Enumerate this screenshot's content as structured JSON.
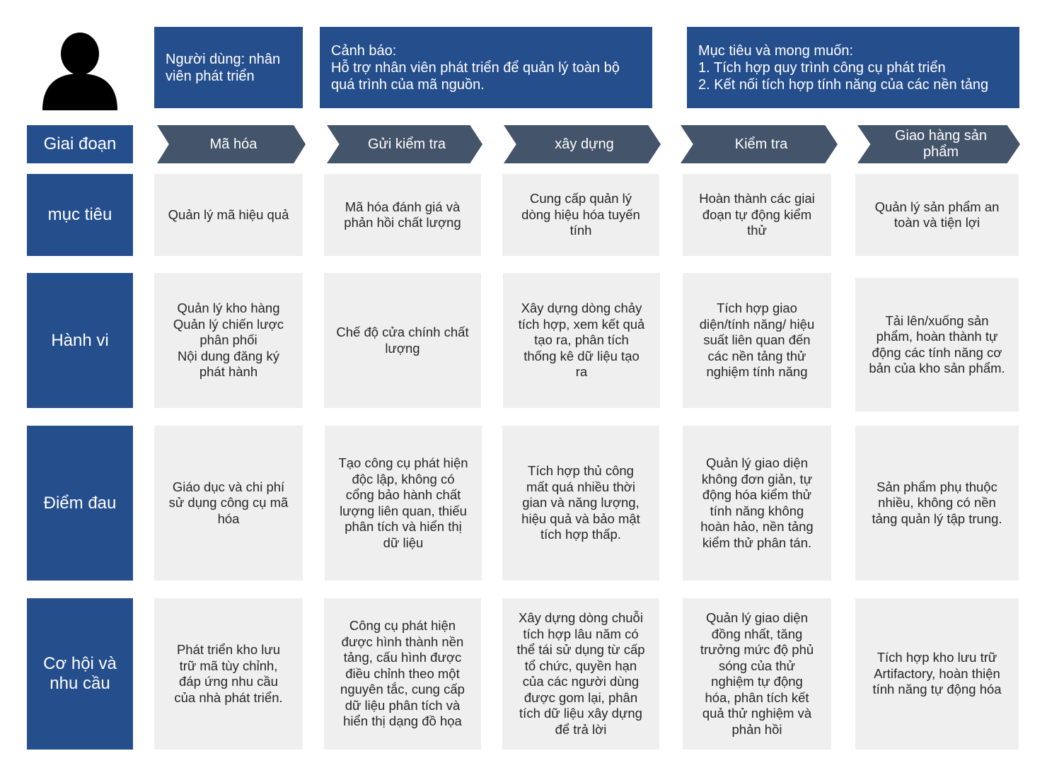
{
  "persona": {
    "icon": "user-silhouette-icon",
    "user": "Người dùng: nhân\nviên phát triển",
    "warning": "Cảnh báo:\nHỗ trợ nhân viên phát triển để quản lý toàn bộ\nquá trình của mã nguồn.",
    "goals": "Mục tiêu và mong muốn:\n1. Tích hợp quy trình công cụ phát triển\n2. Kết nối tích hợp tính năng của các nền tảng"
  },
  "row_labels": {
    "stage": "Giai đoạn",
    "goal": "mục tiêu",
    "behavior": "Hành vi",
    "pain": "Điểm đau",
    "opportunity": "Cơ hội và\nnhu cầu"
  },
  "stages": [
    "Mã hóa",
    "Gửi kiểm tra",
    "xây dựng",
    "Kiểm tra",
    "Giao hàng sản\nphẩm"
  ],
  "goal": [
    "Quản lý mã hiệu quả",
    "Mã hóa đánh giá và\nphản hồi chất lượng",
    "Cung cấp quản lý\ndòng hiệu hóa tuyến\ntính",
    "Hoàn thành các giai\nđoạn tự động kiểm\nthử",
    "Quản lý sản phẩm an\ntoàn và tiện lợi"
  ],
  "behavior": [
    "Quản lý kho hàng\nQuản lý chiến lược\nphân phối\nNội dung đăng ký\nphát hành",
    "Chế độ cửa chính chất\nlượng",
    "Xây dựng dòng chảy\ntích hợp, xem kết quả\ntạo ra, phân tích\nthống kê dữ liệu tạo\nra",
    "Tích hợp giao\ndiện/tính năng/ hiệu\nsuất liên quan đến\ncác nền tảng thử\nnghiệm tính năng",
    "Tải lên/xuống sản\nphẩm, hoàn thành tự\nđộng các tính năng cơ\nbản của kho sản phẩm."
  ],
  "pain": [
    "Giáo dục và chi phí\nsử dụng công cụ mã\nhóa",
    "Tạo công cụ phát hiện\nđộc lập, không có\ncổng bảo hành chất\nlượng liên quan, thiếu\nphân tích và hiển thị\ndữ liệu",
    "Tích hợp thủ công\nmất quá nhiều thời\ngian và năng lượng,\nhiệu quả và bảo mật\ntích hợp thấp.",
    "Quản lý giao diện\nkhông đơn giản, tự\nđộng hóa kiểm thử\ntính năng không\nhoàn hảo, nền tảng\nkiểm thử phân tán.",
    "Sản phẩm phụ thuộc\nnhiều, không có nền\ntảng quản lý tập trung."
  ],
  "opportunity": [
    "Phát triển kho lưu\ntrữ mã tùy chỉnh,\nđáp ứng nhu cầu\ncủa nhà phát triển.",
    "Công cụ phát hiện\nđược hình thành nền\ntảng, cấu hình được\nđiều chỉnh theo một\nnguyên tắc, cung cấp\ndữ liệu phân tích và\nhiển thị dạng đồ họa",
    "Xây dựng dòng chuỗi\ntích hợp lâu năm có\nthể tái sử dụng từ cấp\ntổ chức, quyền hạn\ncủa các người dùng\nđược gom lại, phân\ntích dữ liệu xây dựng\nđể trả lời",
    "Quản lý giao diện\nđồng nhất, tăng\ntrưởng mức độ phủ\nsóng của thử\nnghiệm tự động\nhóa, phân tích kết\nquả thử nghiệm và\nphản hồi",
    "Tích hợp kho lưu trữ\nArtifactory, hoàn thiện\ntính năng tự động hóa"
  ],
  "colors": {
    "header_blue": "#254e8d",
    "stage_gray": "#44546a",
    "cell_bg": "#efefef"
  }
}
